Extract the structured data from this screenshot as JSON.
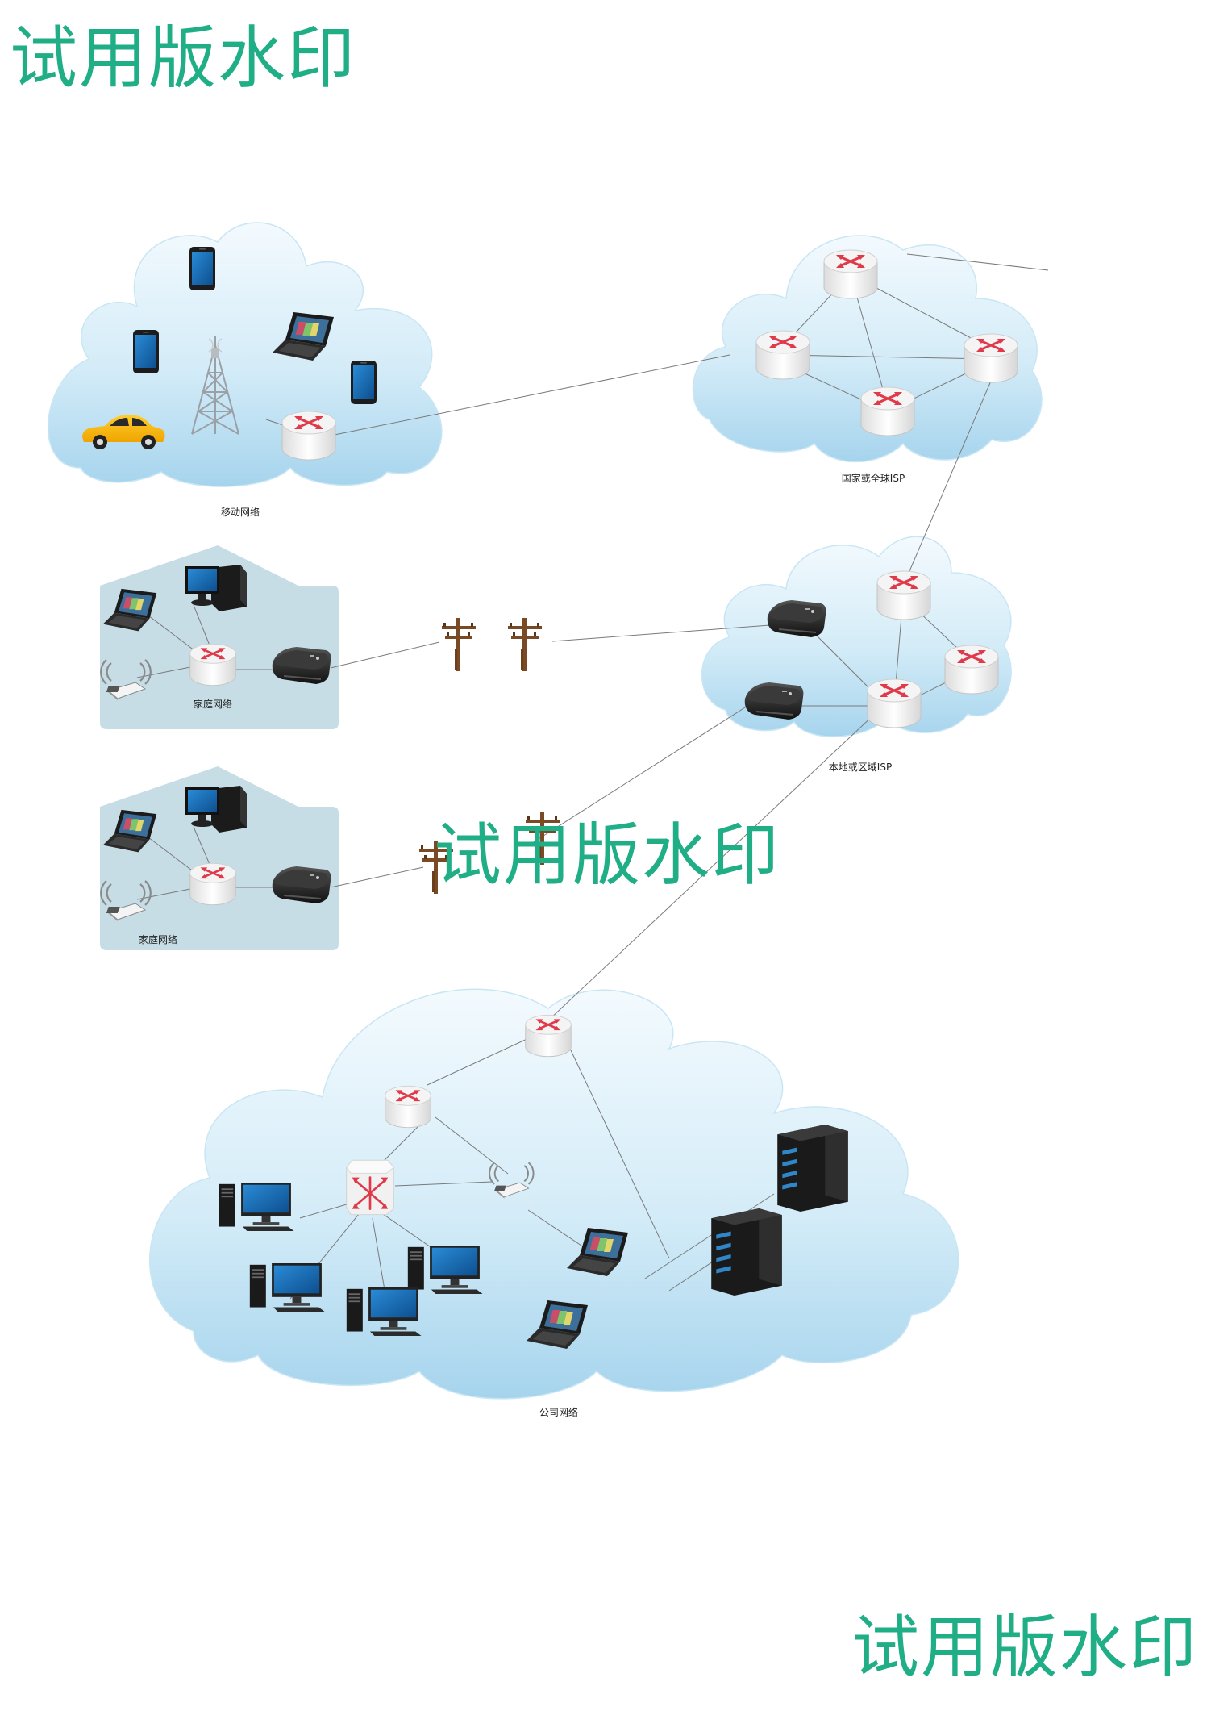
{
  "watermark": "试用版水印",
  "labels": {
    "mobile": "移动网络",
    "global_isp": "国家或全球ISP",
    "home": "家庭网络",
    "local_isp": "本地或区域ISP",
    "company": "公司网络"
  },
  "colors": {
    "cloud_top": "#eef8fd",
    "cloud_bottom": "#a9d6ee",
    "house": "#c6dde6",
    "router_red": "#e03a4a",
    "watermark": "#1fae86",
    "line": "#7a7a7a"
  }
}
